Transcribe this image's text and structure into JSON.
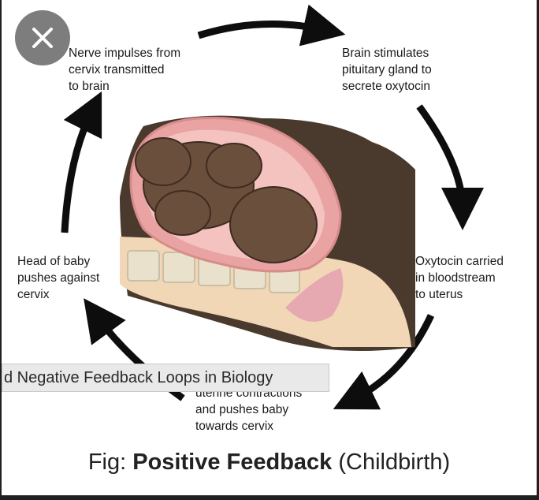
{
  "close": {
    "icon": "close-icon"
  },
  "cycle": {
    "step_top_left": "Nerve impulses from\ncervix transmitted\nto brain",
    "step_top_right": "Brain stimulates\npituitary gland to\nsecrete oxytocin",
    "step_right": "Oxytocin carried\nin bloodstream\nto uterus",
    "step_bottom": "uterine contractions\nand pushes baby\ntowards cervix",
    "step_left": "Head of baby\npushes against\ncervix"
  },
  "tooltip": {
    "text": "d Negative Feedback Loops in Biology"
  },
  "caption": {
    "prefix": "Fig: ",
    "bold": "Positive Feedback",
    "suffix": " (Childbirth)"
  },
  "colors": {
    "arrow": "#0d0d0d",
    "body_dark": "#4a3a2e",
    "uterus": "#e9a3a3",
    "baby": "#6b4f3d",
    "skin": "#f2d7b6",
    "spine": "#e9e1cc"
  }
}
